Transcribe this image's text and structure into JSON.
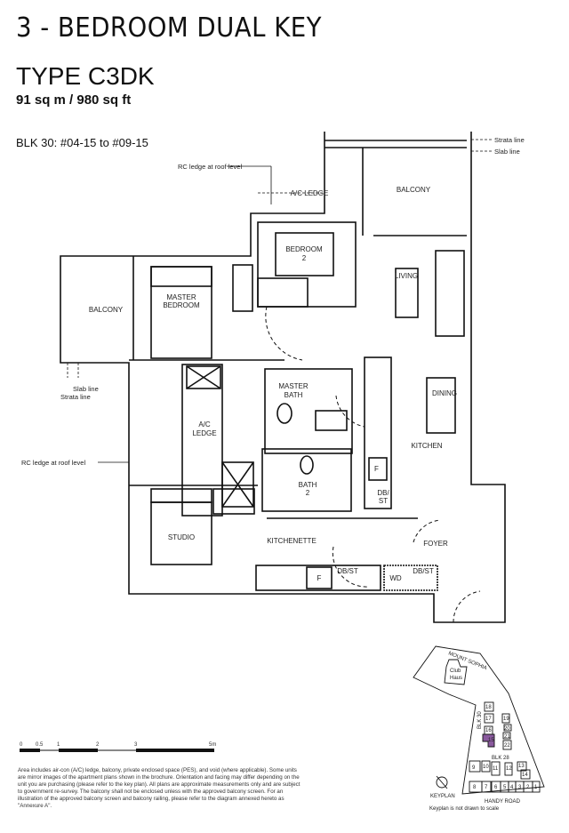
{
  "header": {
    "title": "3 - BEDROOM DUAL KEY",
    "type": "TYPE C3DK",
    "area": "91 sq m / 980 sq ft",
    "units": "BLK 30: #04-15 to #09-15"
  },
  "plan": {
    "rooms": {
      "balcony_top": "BALCONY",
      "ac_ledge_top": "A/C LEDGE",
      "bedroom2_l1": "BEDROOM",
      "bedroom2_l2": "2",
      "living": "LIVING",
      "master_bedroom_l1": "MASTER",
      "master_bedroom_l2": "BEDROOM",
      "balcony_left": "BALCONY",
      "master_bath_l1": "MASTER",
      "master_bath_l2": "BATH",
      "dining": "DINING",
      "ac_ledge_l1": "A/C",
      "ac_ledge_l2": "LEDGE",
      "kitchen": "KITCHEN",
      "bath2_l1": "BATH",
      "bath2_l2": "2",
      "db_st_1_l1": "DB/",
      "db_st_1_l2": "ST",
      "fridge_1": "F",
      "studio": "STUDIO",
      "kitchenette": "KITCHENETTE",
      "foyer": "FOYER",
      "fridge_2": "F",
      "db_st_2": "DB/ST",
      "wd": "WD",
      "db_st_3": "DB/ST"
    },
    "annotations": {
      "strata_line_top": "Strata line",
      "slab_line_top": "Slab line",
      "rc_ledge_top": "RC ledge at roof level",
      "slab_line_left": "Slab line",
      "strata_line_left": "Strata line",
      "rc_ledge_left": "RC ledge at roof level"
    }
  },
  "scale_bar": {
    "ticks": [
      "0",
      "0.5",
      "1",
      "2",
      "3",
      "5m"
    ]
  },
  "disclaimer": "Area includes air-con (A/C) ledge, balcony, private enclosed space (PES), and void (where applicable). Some units are mirror images of the apartment plans shown in the brochure. Orientation and facing may differ depending on the unit you are purchasing (please refer to the key plan). All plans are approximate measurements only and are subject to government re-survey. The balcony shall not be enclosed unless with the approved balcony screen. For an illustration of the approved balcony screen and balcony railing, please refer to the diagram annexed hereto as \"Annexure A\".",
  "keyplan": {
    "road_top": "MOUNT SOPHIA",
    "club_l1": "Club",
    "club_l2": "Haus",
    "blk30": "BLK 30",
    "blk28": "BLK 28",
    "road_bottom": "HANDY ROAD",
    "label": "KEYPLAN",
    "note": "Keyplan is not drawn to scale",
    "units": [
      "18",
      "17",
      "19",
      "16",
      "20",
      "21",
      "15",
      "22",
      "9",
      "10",
      "11",
      "12",
      "13",
      "14",
      "8",
      "7",
      "6",
      "5",
      "4",
      "3",
      "2",
      "1"
    ],
    "highlight_color": "#8a5a9e"
  }
}
